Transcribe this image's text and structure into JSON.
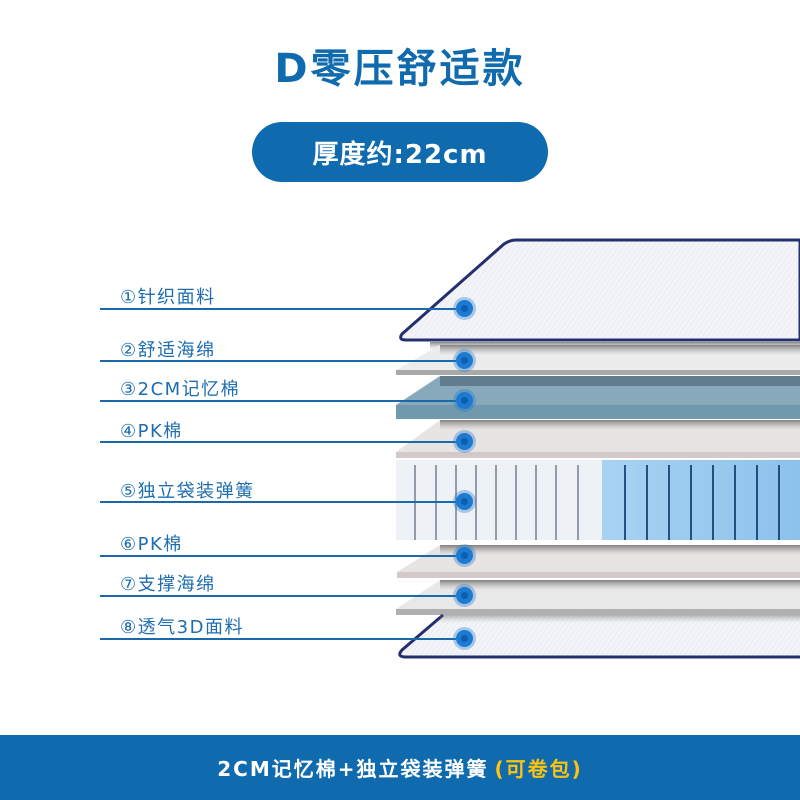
{
  "header": {
    "title": "D零压舒适款",
    "thickness_badge": "厚度约:22cm"
  },
  "layers": [
    {
      "index": 1,
      "label": "①针织面料",
      "material": "knitted-fabric",
      "color": "#f2f3f7"
    },
    {
      "index": 2,
      "label": "②舒适海绵",
      "material": "comfort-sponge",
      "color": "#e6e6e6"
    },
    {
      "index": 3,
      "label": "③2CM记忆棉",
      "material": "memory-foam-2cm",
      "color": "#7fa4b8"
    },
    {
      "index": 4,
      "label": "④PK棉",
      "material": "pk-cotton",
      "color": "#e9e3e3"
    },
    {
      "index": 5,
      "label": "⑤独立袋装弹簧",
      "material": "pocket-springs",
      "color": "#a9d3f2"
    },
    {
      "index": 6,
      "label": "⑥PK棉",
      "material": "pk-cotton",
      "color": "#e9e3e3"
    },
    {
      "index": 7,
      "label": "⑦支撑海绵",
      "material": "support-sponge",
      "color": "#e6e6e6"
    },
    {
      "index": 8,
      "label": "⑧透气3D面料",
      "material": "breathable-3d-fabric",
      "color": "#f2f3f7"
    }
  ],
  "footer": {
    "text": "2CM记忆棉+独立袋装弹簧",
    "highlight": "(可卷包)"
  },
  "colors": {
    "brand_blue": "#0f6aae",
    "accent_yellow": "#ffc20e",
    "edge_navy": "#24306e",
    "marker_blue": "#1e7ad0"
  }
}
